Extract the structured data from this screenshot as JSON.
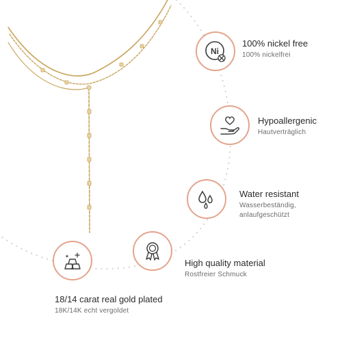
{
  "features": [
    {
      "icon": "nickel-free-icon",
      "icon_text": "Ni",
      "title": "100% nickel free",
      "subtitle": "100% nickelfrei"
    },
    {
      "icon": "heart-hand-icon",
      "title": "Hypoallergenic",
      "subtitle": "Hautverträglich"
    },
    {
      "icon": "water-drops-icon",
      "title": "Water resistant",
      "subtitle_lines": [
        "Wasserbeständig,",
        "anlaufgeschützt"
      ]
    },
    {
      "icon": "award-medal-icon",
      "title": "High quality material",
      "subtitle": "Rostfreier Schmuck"
    },
    {
      "icon": "gold-bars-icon",
      "title": "18/14 carat real gold plated",
      "subtitle": "18K/14K echt vergoldet"
    }
  ],
  "colors": {
    "accent": "#e3a48c",
    "chain_gold": "#c9a45c",
    "dots": "#cfcfcf",
    "text": "#2a2a2a",
    "subtext": "#6b6b6b"
  }
}
